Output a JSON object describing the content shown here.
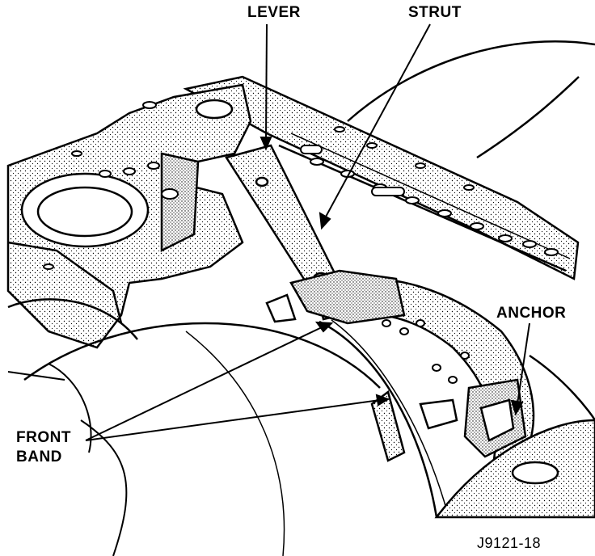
{
  "labels": {
    "lever": "LEVER",
    "strut": "STRUT",
    "anchor": "ANCHOR",
    "front_band_line1": "FRONT",
    "front_band_line2": "BAND"
  },
  "figure_id": "J9121-18",
  "colors": {
    "ink": "#000000",
    "paper": "#ffffff",
    "shade": "#d9d9d9"
  }
}
